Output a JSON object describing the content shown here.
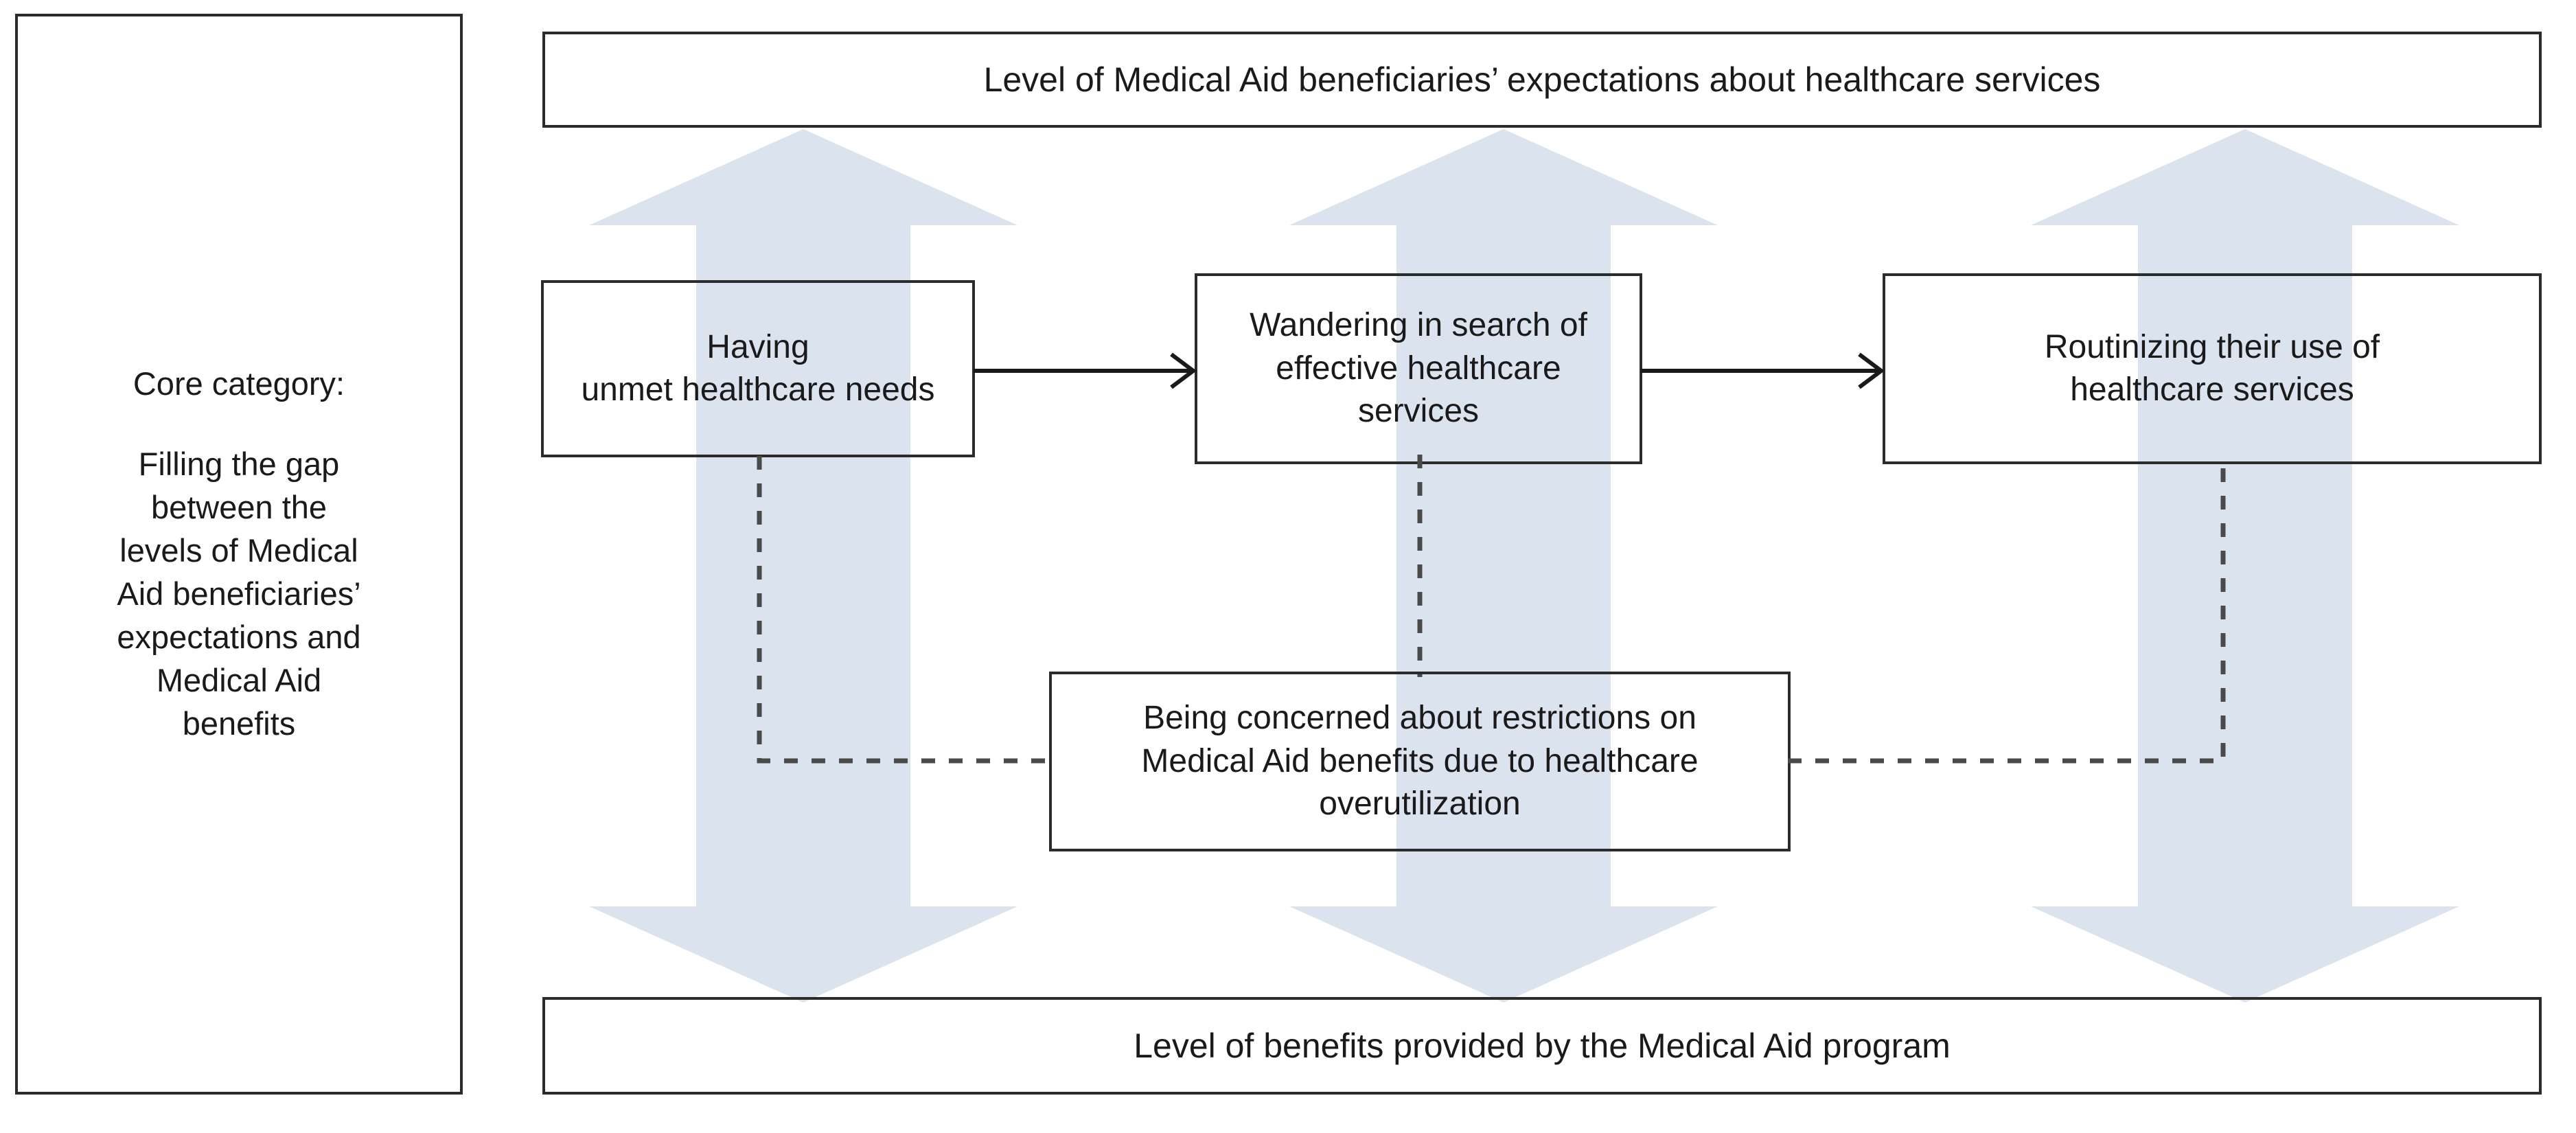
{
  "diagram": {
    "title_present": false,
    "colors": {
      "arrow_fill": "#dbe3ef",
      "box_border": "#2b2b2b",
      "text": "#1a1a1a",
      "dashed_line": "#4a4a4a",
      "connector_line": "#1a1a1a",
      "background": "#ffffff"
    }
  },
  "core_panel": {
    "label": "Core category:",
    "body": "Filling the gap\nbetween the\nlevels of Medical\nAid beneficiaries’\nexpectations and\nMedical Aid\nbenefits"
  },
  "banners": {
    "top": "Level of Medical Aid beneficiaries’ expectations about healthcare services",
    "bottom": "Level of benefits provided by the Medical Aid program"
  },
  "process_boxes": [
    {
      "id": "having-unmet-needs",
      "label": "Having\nunmet healthcare needs"
    },
    {
      "id": "wandering-in-search",
      "label": "Wandering in search of\neffective healthcare\nservices"
    },
    {
      "id": "routinizing-use",
      "label": "Routinizing their use of\nhealthcare services"
    }
  ],
  "condition_box": {
    "id": "being-concerned",
    "label": "Being concerned about restrictions on\nMedical Aid benefits due to healthcare\noverutilization"
  },
  "arrows": {
    "vertical_double_headed_count": 3,
    "vertical_double_headed_desc": "pale blue double-headed vertical arrows linking the expectations banner and the benefits banner",
    "flow_arrows": [
      {
        "from": "having-unmet-needs",
        "to": "wandering-in-search",
        "style": "solid"
      },
      {
        "from": "wandering-in-search",
        "to": "routinizing-use",
        "style": "solid"
      }
    ],
    "dashed_links": [
      {
        "from": "having-unmet-needs",
        "to": "being-concerned",
        "style": "dashed"
      },
      {
        "from": "wandering-in-search",
        "to": "being-concerned",
        "style": "dashed"
      },
      {
        "from": "being-concerned",
        "to": "routinizing-use",
        "style": "dashed"
      }
    ]
  }
}
